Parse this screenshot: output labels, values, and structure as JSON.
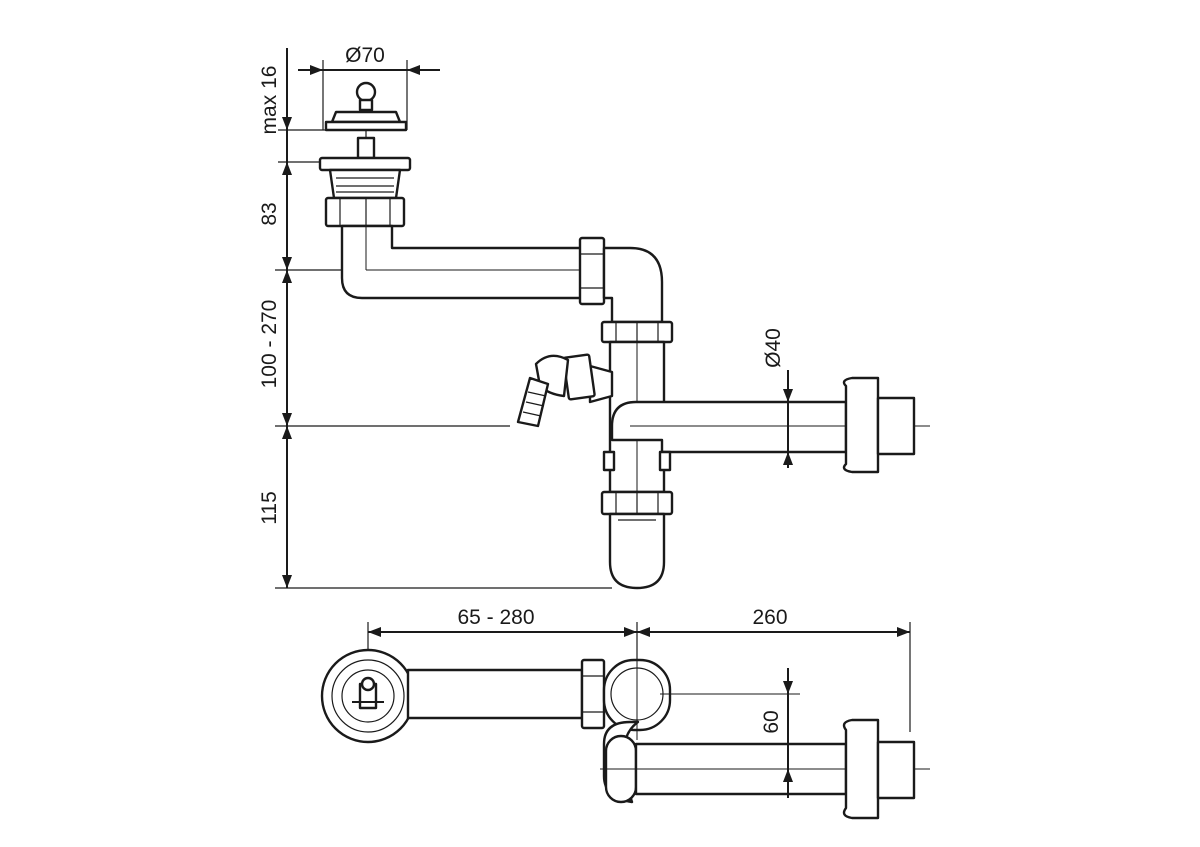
{
  "dimensions": {
    "overflow_height": "max 16",
    "strainer_diameter": "Ø70",
    "strainer_to_outlet": "83",
    "drop_adjustable": "100 - 270",
    "trap_depth": "115",
    "outlet_diameter": "Ø40",
    "horizontal_reach": "65 - 280",
    "outlet_length": "260",
    "outlet_offset": "60"
  }
}
